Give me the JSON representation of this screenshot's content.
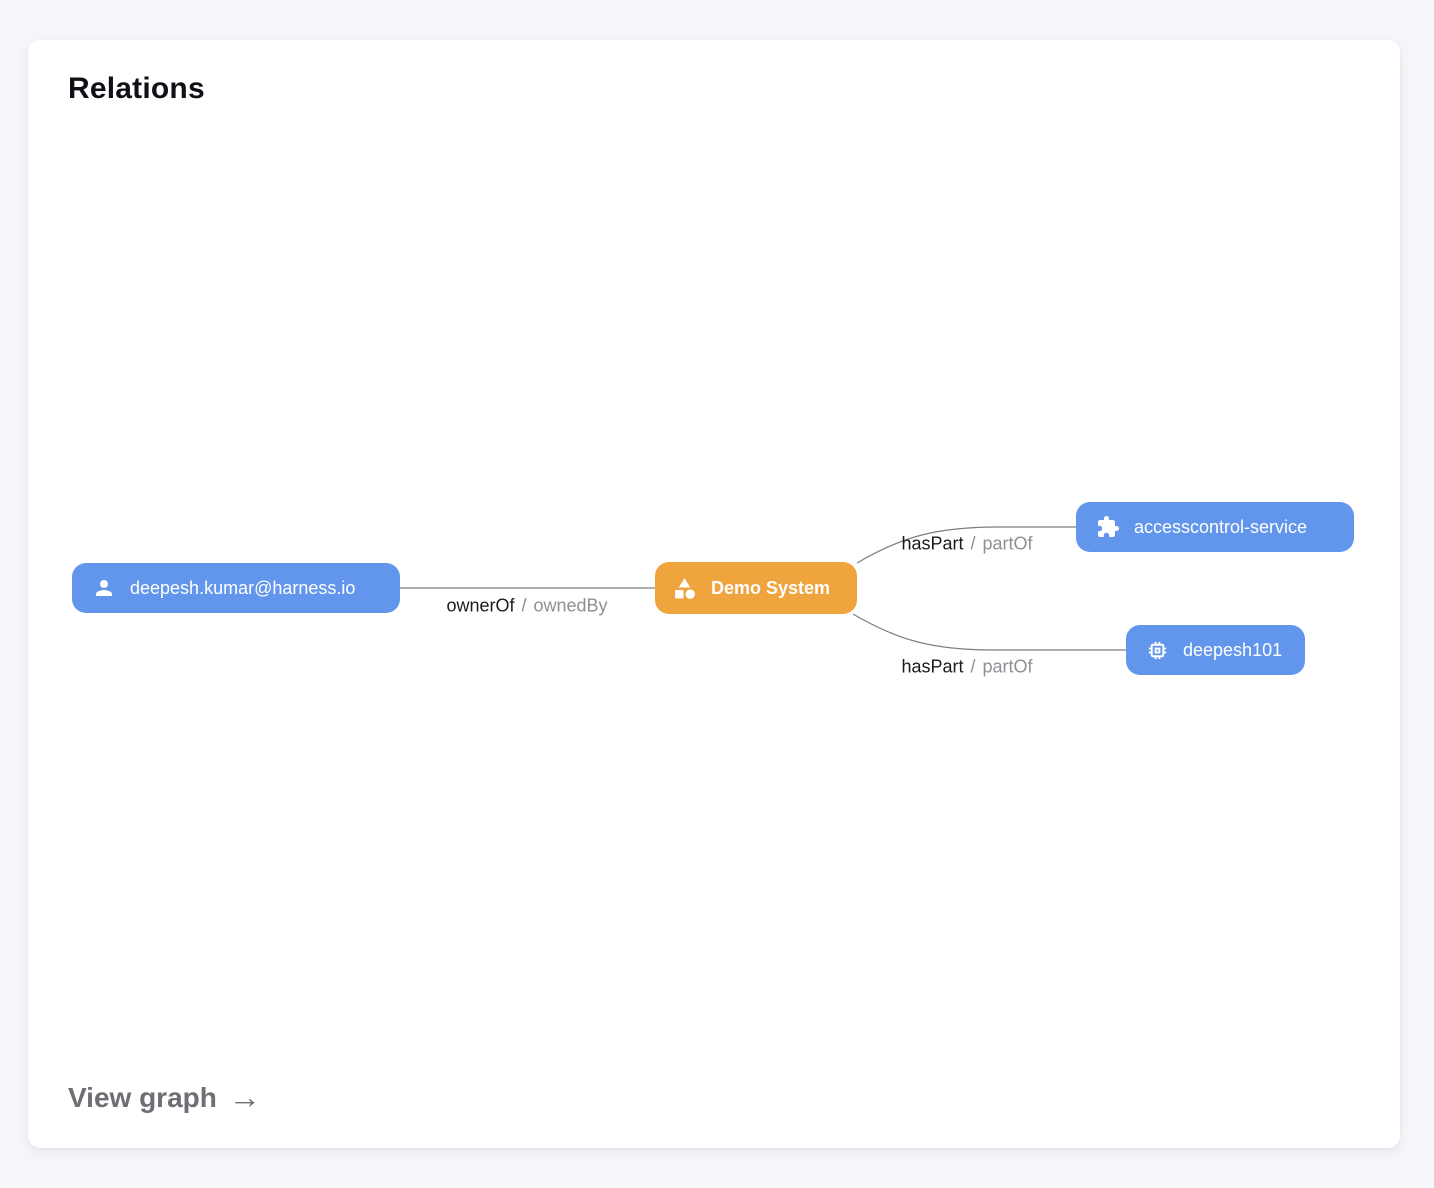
{
  "page": {
    "background_color": "#f5f7fb"
  },
  "card": {
    "title": "Relations",
    "view_graph": {
      "label": "View graph",
      "arrow_icon": "→"
    }
  },
  "colors": {
    "node_blue": "#6296ec",
    "node_orange": "#efa43d",
    "edge_stroke": "#7e7e84",
    "edge_label_primary": "#1a1a20",
    "edge_label_secondary": "#8f8f96"
  },
  "graph": {
    "nodes": [
      {
        "id": "user",
        "label": "deepesh.kumar@harness.io",
        "icon": "person-icon",
        "color": "#6296ec"
      },
      {
        "id": "system",
        "label": "Demo System",
        "icon": "category-icon",
        "color": "#efa43d"
      },
      {
        "id": "service",
        "label": "accesscontrol-service",
        "icon": "extension-icon",
        "color": "#6296ec"
      },
      {
        "id": "resource",
        "label": "deepesh101",
        "icon": "memory-icon",
        "color": "#6296ec"
      }
    ],
    "edges": [
      {
        "from": "user",
        "to": "system",
        "forward": "ownerOf",
        "separator": "/",
        "reverse": "ownedBy"
      },
      {
        "from": "system",
        "to": "service",
        "forward": "hasPart",
        "separator": "/",
        "reverse": "partOf"
      },
      {
        "from": "system",
        "to": "resource",
        "forward": "hasPart",
        "separator": "/",
        "reverse": "partOf"
      }
    ]
  }
}
